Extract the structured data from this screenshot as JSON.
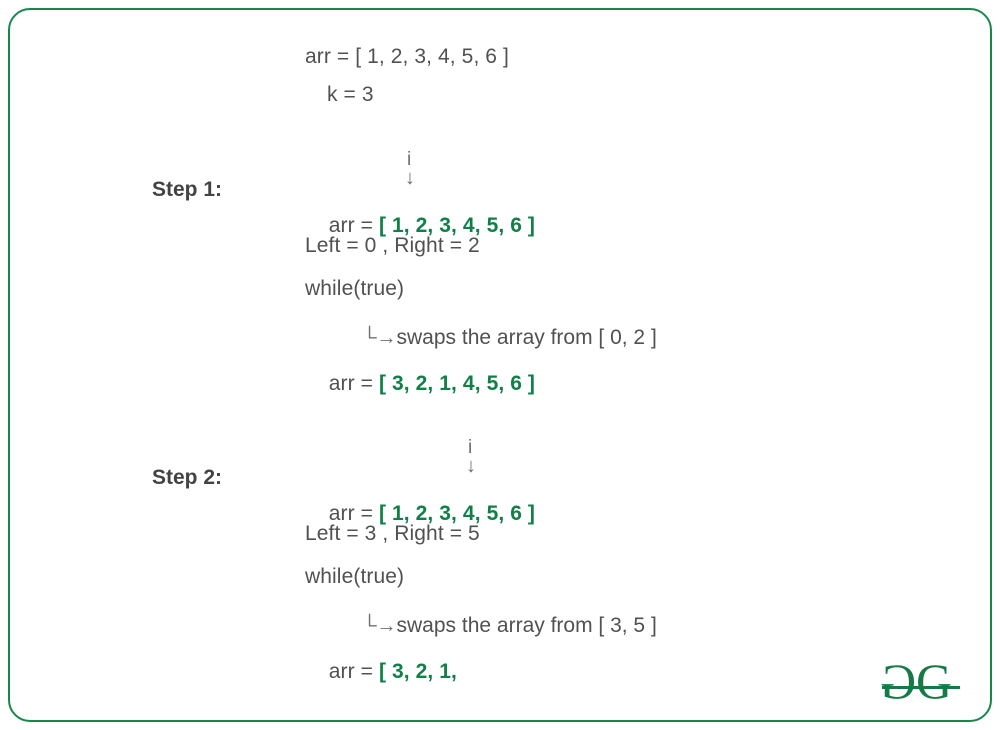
{
  "figure": {
    "type": "algorithm-illustration",
    "title": "Reverse array in groups of size k",
    "border_color": "#18874c",
    "background_color": "#ffffff",
    "text_color": "#515151",
    "highlight_color": "#118048"
  },
  "header": {
    "array_line": "arr = [ 1, 2, 3, 4, 5, 6 ]",
    "k_line": "k = 3"
  },
  "steps": [
    {
      "label": "Step 1:",
      "pointer_name": "i",
      "pointer_arrow": "↓",
      "pointer_target_index": 0,
      "array_prefix": "arr = ",
      "array_value": "[ 1, 2, 3, 4, 5, 6 ]",
      "bounds_line": "Left = 0 , Right = 2",
      "loop_line": "while(true)",
      "branch_elbow": "└→",
      "branch_text": "swaps the array from [ 0, 2 ]",
      "result_prefix": "arr = ",
      "result_value": "[ 3, 2, 1, 4, 5, 6 ]"
    },
    {
      "label": "Step 2:",
      "pointer_name": "i",
      "pointer_arrow": "↓",
      "pointer_target_index": 3,
      "array_prefix": "arr = ",
      "array_value": "[ 1, 2, 3, 4, 5, 6 ]",
      "bounds_line": "Left = 3 , Right = 5",
      "loop_line": "while(true)",
      "branch_elbow": "└→",
      "branch_text": "swaps the array from [ 3, 5 ]",
      "result_prefix": "arr = ",
      "result_value": "[ 3, 2, 1,"
    }
  ],
  "logo": {
    "name": "geeksforgeeks-logo",
    "mirrored_glyph": "G",
    "normal_glyph": "G",
    "color": "#167a47"
  }
}
